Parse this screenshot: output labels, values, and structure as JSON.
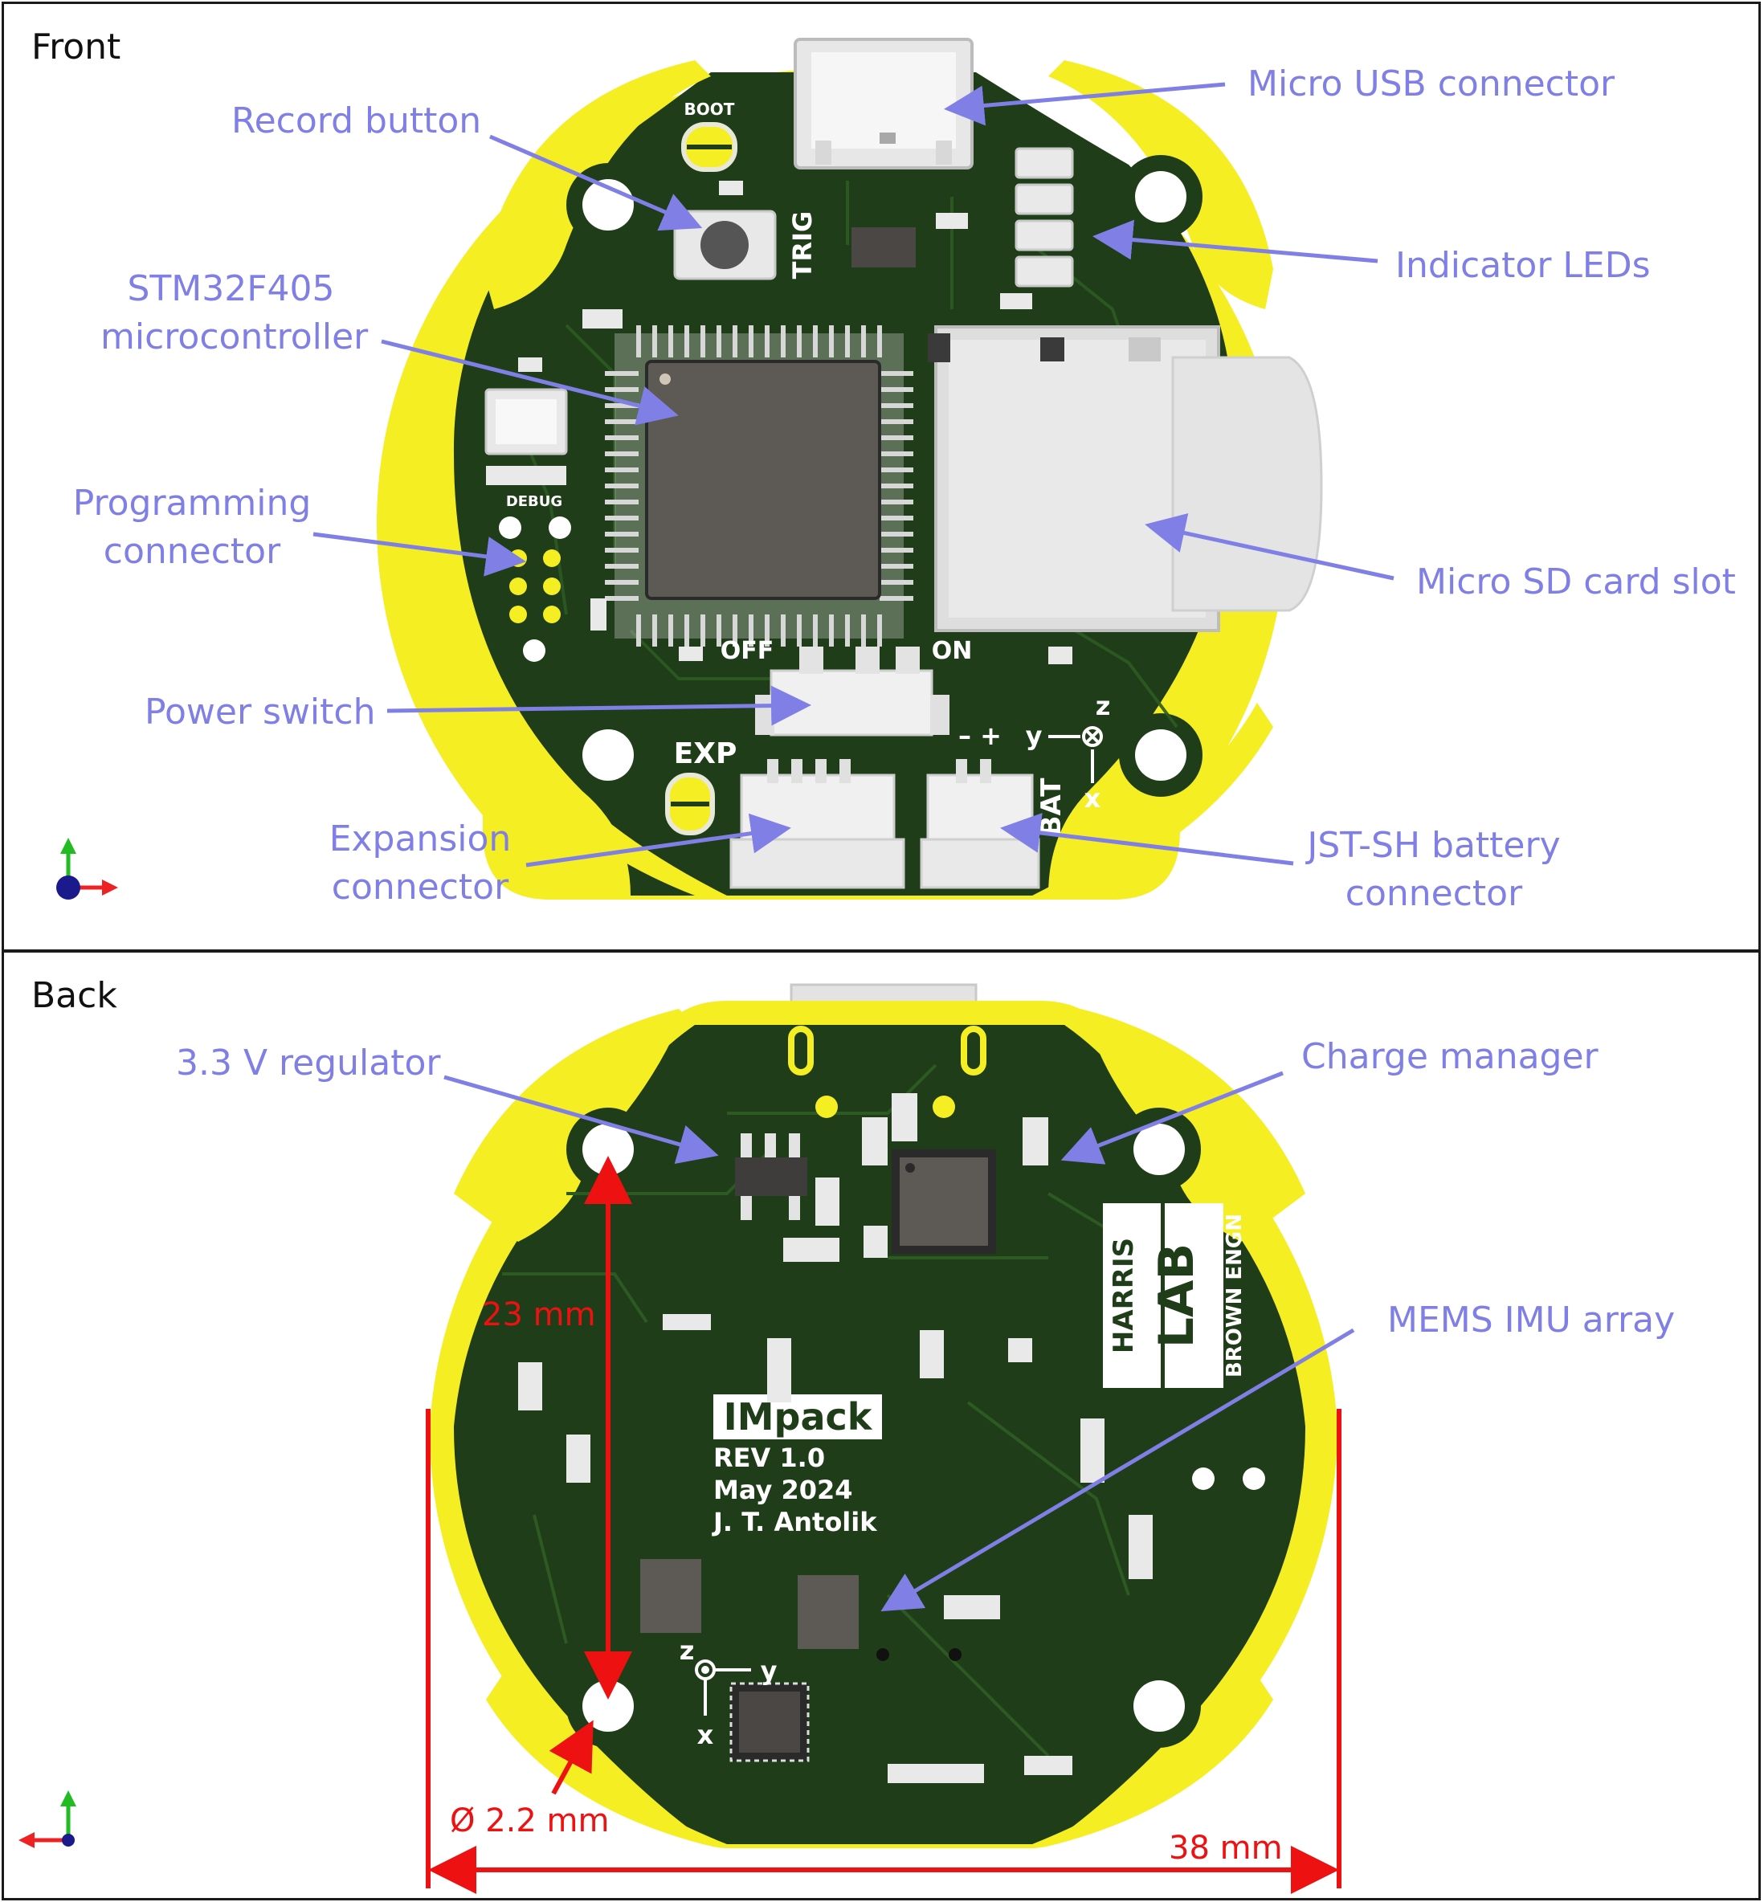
{
  "front": {
    "title": "Front",
    "callouts": {
      "record_button": "Record button",
      "micro_usb": "Micro USB connector",
      "mcu_line1": "STM32F405",
      "mcu_line2": "microcontroller",
      "indicator_leds": "Indicator LEDs",
      "prog_line1": "Programming",
      "prog_line2": "connector",
      "micro_sd": "Micro SD card slot",
      "power_switch": "Power switch",
      "exp_line1": "Expansion",
      "exp_line2": "connector",
      "bat_line1": "JST-SH battery",
      "bat_line2": "connector"
    },
    "silkscreen": {
      "boot": "BOOT",
      "trig": "TRIG",
      "debug": "DEBUG",
      "off": "OFF",
      "on": "ON",
      "exp": "EXP",
      "bat": "BAT",
      "polarity": "– +",
      "axis_z": "z",
      "axis_y": "y",
      "axis_x": "x"
    }
  },
  "back": {
    "title": "Back",
    "callouts": {
      "regulator": "3.3 V regulator",
      "charge_manager": "Charge manager",
      "imu_array": "MEMS IMU array"
    },
    "silkscreen": {
      "board_name": "IMpack",
      "rev": "REV 1.0",
      "date": "May 2024",
      "author": "J. T. Antolik",
      "logo_harris": "HARRIS",
      "logo_lab": "LAB",
      "logo_brown": "BROWN ENGN",
      "axis_z": "z",
      "axis_y": "y",
      "axis_x": "x"
    },
    "dimensions": {
      "hole_spacing": "23 mm",
      "hole_diameter": "Ø 2.2 mm",
      "board_width": "38 mm"
    }
  },
  "colors": {
    "pcb_green": "#1f3d18",
    "trace_green": "#2c5a22",
    "pad_yellow": "#f4ee22",
    "callout_blue": "#7f7fe6",
    "dimension_red": "#ee1111",
    "chip_gray": "#5d5a56"
  }
}
